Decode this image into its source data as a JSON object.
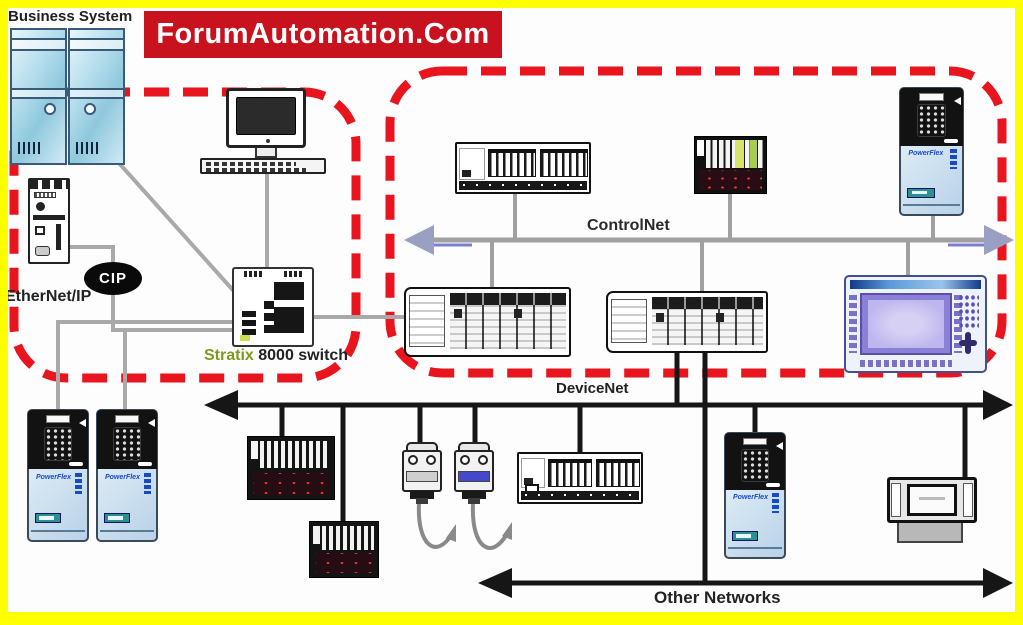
{
  "banner": {
    "text": "ForumAutomation.Com",
    "bg": "#c8121e",
    "fg": "#ffffff"
  },
  "labels": {
    "business_system": "Business System",
    "ethernet_ip": "EtherNet/IP",
    "cip": "CIP",
    "stratix_name": "Stratix",
    "stratix_rest": " 8000 switch",
    "controlnet": "ControlNet",
    "devicenet": "DeviceNet",
    "other_networks": "Other Networks"
  },
  "devices": {
    "drive_brand": "PowerFlex"
  },
  "colors": {
    "frame_yellow": "#ffff00",
    "banner_red": "#c8121e",
    "dashed_zone_red": "#e8141e",
    "ethernet_line_gray": "#a9a9a9",
    "devicenet_bus_black": "#161616",
    "controlnet_arrow_blue": "#7b7fd4",
    "stratix_green": "#7a9c1a",
    "cip_badge_black": "#0a0a0a"
  }
}
